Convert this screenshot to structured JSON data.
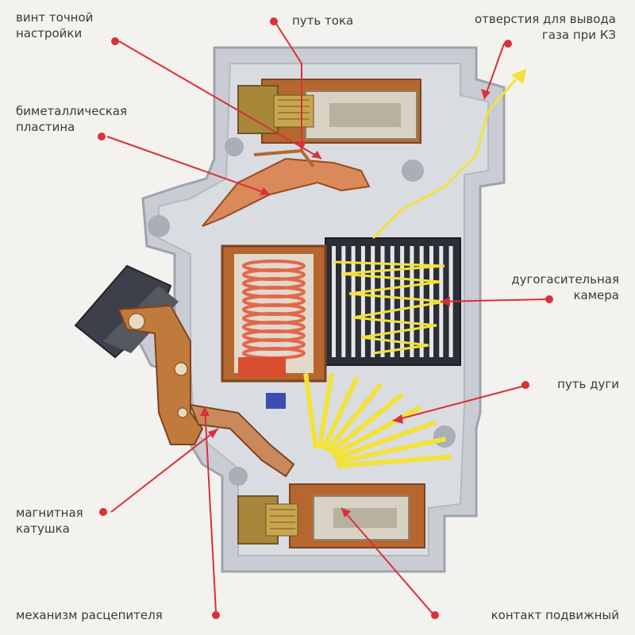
{
  "labels": {
    "adjust_screw": "винт точной\nнастройки",
    "current_path": "путь тока",
    "gas_vents": "отверстия для вывода\nгаза при КЗ",
    "bimetal": "биметаллическая\nпластина",
    "arc_chamber": "дугогасительная\nкамера",
    "arc_path": "путь дуги",
    "magnetic_coil": "магнитная\nкатушка",
    "release_mechanism": "механизм расцепителя",
    "moving_contact": "контакт подвижный"
  },
  "colors": {
    "background": "#f4f2ef",
    "housing": "#c9ccd2",
    "housing_edge": "#9ea3ad",
    "copper": "#b5672f",
    "brass": "#a8873a",
    "coil": "#e4664a",
    "arc": "#f2e23a",
    "leader": "#d8313a",
    "lever": "#3d3f4a",
    "chamber_dark": "#2b2e36",
    "chamber_plate": "#e6e6e6"
  }
}
